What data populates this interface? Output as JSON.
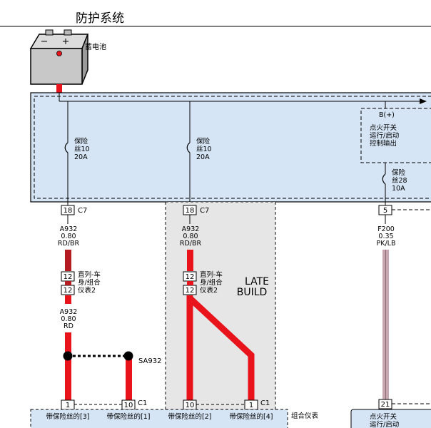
{
  "title": "防护系统",
  "battery": {
    "label": "蓄电池"
  },
  "fuses": [
    {
      "line1": "保险",
      "line2": "丝10",
      "rating": "20A"
    },
    {
      "line1": "保险",
      "line2": "丝10",
      "rating": "20A"
    },
    {
      "line1": "保险",
      "line2": "丝28",
      "rating": "10A"
    }
  ],
  "bplus": "B(+)",
  "ignition_box": {
    "line1": "点火开关",
    "line2": "运行/启动",
    "line3": "控制输出"
  },
  "connectors": {
    "c7_left": {
      "pin": "18",
      "name": "C7"
    },
    "c7_mid": {
      "pin": "18",
      "name": "C7"
    },
    "right_pin": "5",
    "inline_left": {
      "pin_top": "12",
      "pin_bottom": "12",
      "line1": "直列-车",
      "line2": "身/组合",
      "line3": "仪表2"
    },
    "inline_mid": {
      "pin_top": "12",
      "pin_bottom": "12",
      "line1": "直列-车",
      "line2": "身/组合",
      "line3": "仪表2"
    },
    "c1_pins": [
      "1",
      "10",
      "10",
      "1"
    ],
    "c1_name_a": "C1",
    "c1_name_b": "C1",
    "right_bottom_pin": "21"
  },
  "wires": {
    "left_upper": {
      "circuit": "A932",
      "size": "0.80",
      "color": "RD/BR"
    },
    "mid_upper": {
      "circuit": "A932",
      "size": "0.80",
      "color": "RD/BR"
    },
    "left_lower": {
      "circuit": "A932",
      "size": "0.80",
      "color": "RD"
    },
    "right": {
      "circuit": "F200",
      "size": "0.35",
      "color": "PK/LB"
    }
  },
  "late_build": {
    "line1": "LATE",
    "line2": "BUILD"
  },
  "splice": "SA932",
  "cluster": {
    "label": "组合仪表",
    "inputs": [
      "带保险丝的[3]",
      "带保险丝的[1]",
      "带保险丝的[2]",
      "带保险丝的[4]"
    ]
  },
  "bottom_right_box": {
    "line1": "点火开关",
    "line2": "运行/启动"
  },
  "colors": {
    "wire_red": "#e8131b",
    "wire_dark_red": "#b51c22",
    "wire_pink": "#c8a6b0",
    "box_fill": "#d6e5f5",
    "shade": "#e6e6e6"
  }
}
